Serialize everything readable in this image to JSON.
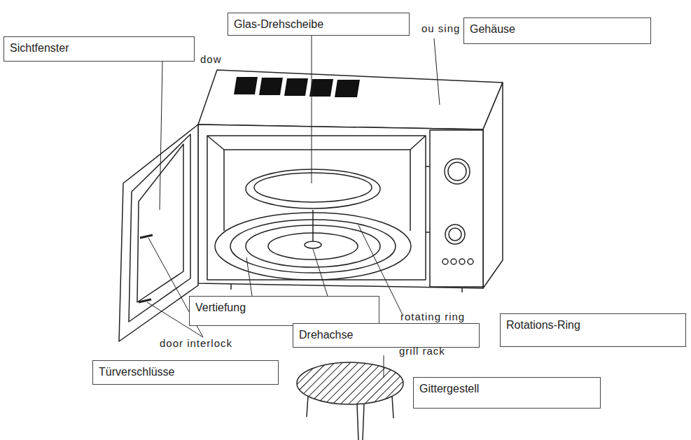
{
  "diagram": {
    "nodes": [
      {
        "text": [
          "Glas-Drehscheibe"
        ]
      },
      {
        "text": [
          "Gehäuse"
        ]
      },
      {
        "text": [
          "Sichtfenster"
        ]
      },
      {
        "text": [
          "Vertiefung"
        ]
      },
      {
        "text": [
          "Rotations-Ring"
        ]
      },
      {
        "text": [
          "Drehachse"
        ]
      },
      {
        "text": [
          "Türverschlüsse"
        ]
      },
      {
        "text": [
          "Gittergestell"
        ]
      }
    ],
    "labels": [
      "ou sing",
      "dow",
      "rotating ring",
      "door interlock",
      "grill rack"
    ]
  }
}
